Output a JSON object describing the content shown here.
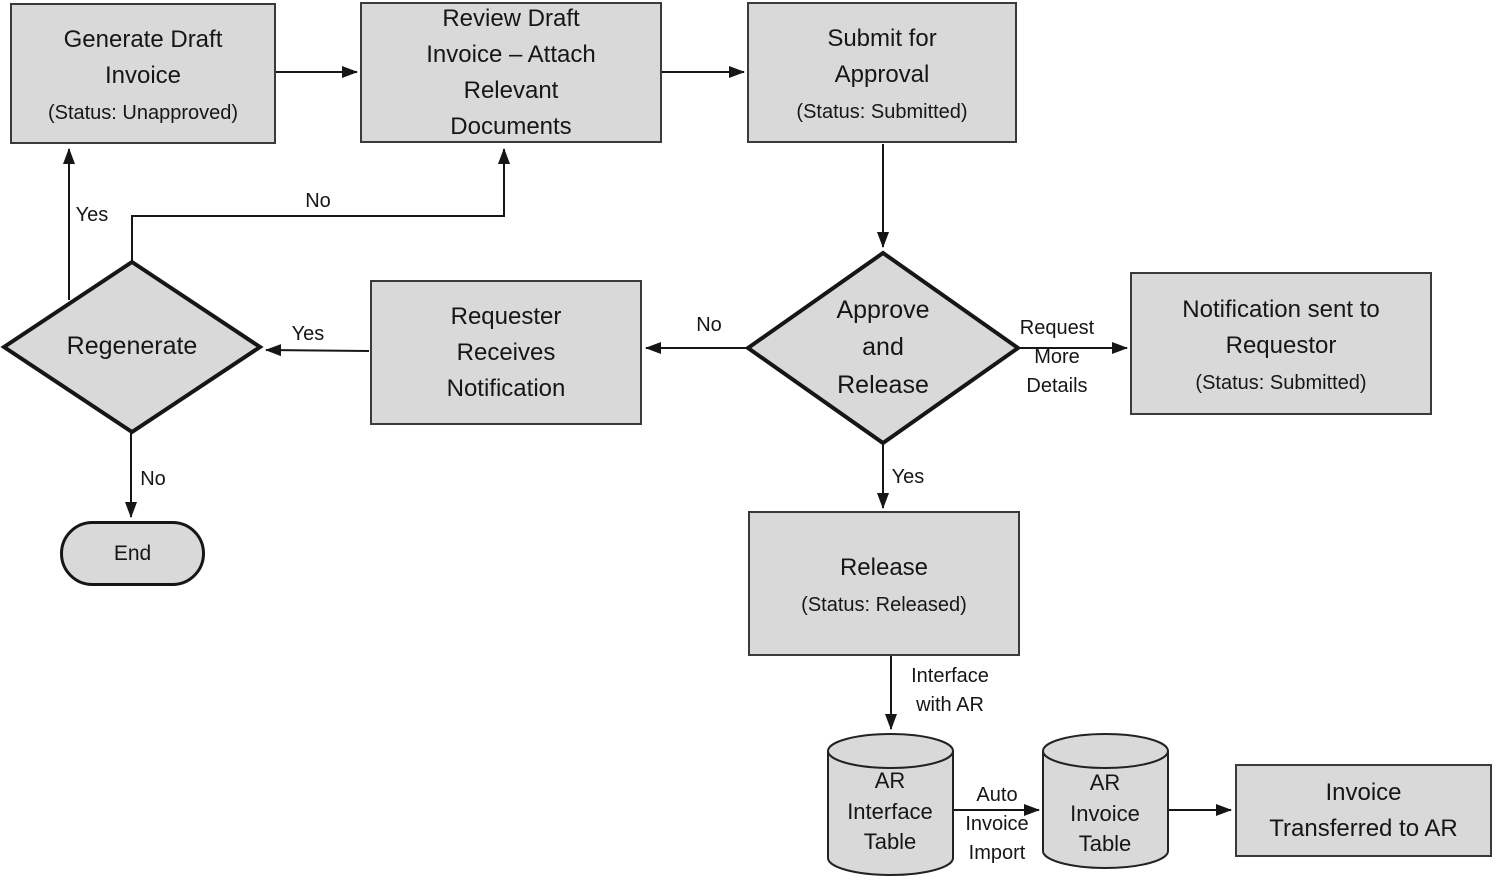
{
  "diagram": {
    "type": "flowchart",
    "colors": {
      "shape_fill": "#d9d9d9",
      "shape_border": "#3a3a3a",
      "decision_border": "#161616",
      "line": "#161616",
      "text": "#161616"
    },
    "nodes": {
      "generate": {
        "label": "Generate Draft Invoice",
        "status": "(Status: Unapproved)"
      },
      "review": {
        "label": "Review Draft Invoice – Attach Relevant Documents"
      },
      "submit": {
        "label": "Submit for Approval",
        "status": "(Status: Submitted)"
      },
      "regenerate": {
        "label": "Regenerate"
      },
      "requester": {
        "label": "Requester Receives Notification"
      },
      "approve": {
        "label": "Approve and Release"
      },
      "notification": {
        "label": "Notification sent to Requestor",
        "status": "(Status: Submitted)"
      },
      "release": {
        "label": "Release",
        "status": "(Status: Released)"
      },
      "end": {
        "label": "End"
      },
      "ar_interface_table": {
        "label": "AR Interface Table"
      },
      "ar_invoice_table": {
        "label": "AR Invoice Table"
      },
      "invoice_transferred": {
        "label": "Invoice Transferred to AR"
      }
    },
    "edge_labels": {
      "regenerate_yes": "Yes",
      "regenerate_no_review": "No",
      "regenerate_no_end": "No",
      "requester_yes": "Yes",
      "approve_no": "No",
      "approve_yes": "Yes",
      "request_more_details": "Request More Details",
      "interface_with_ar": "Interface with AR",
      "auto_invoice_import": "Auto Invoice Import"
    }
  }
}
